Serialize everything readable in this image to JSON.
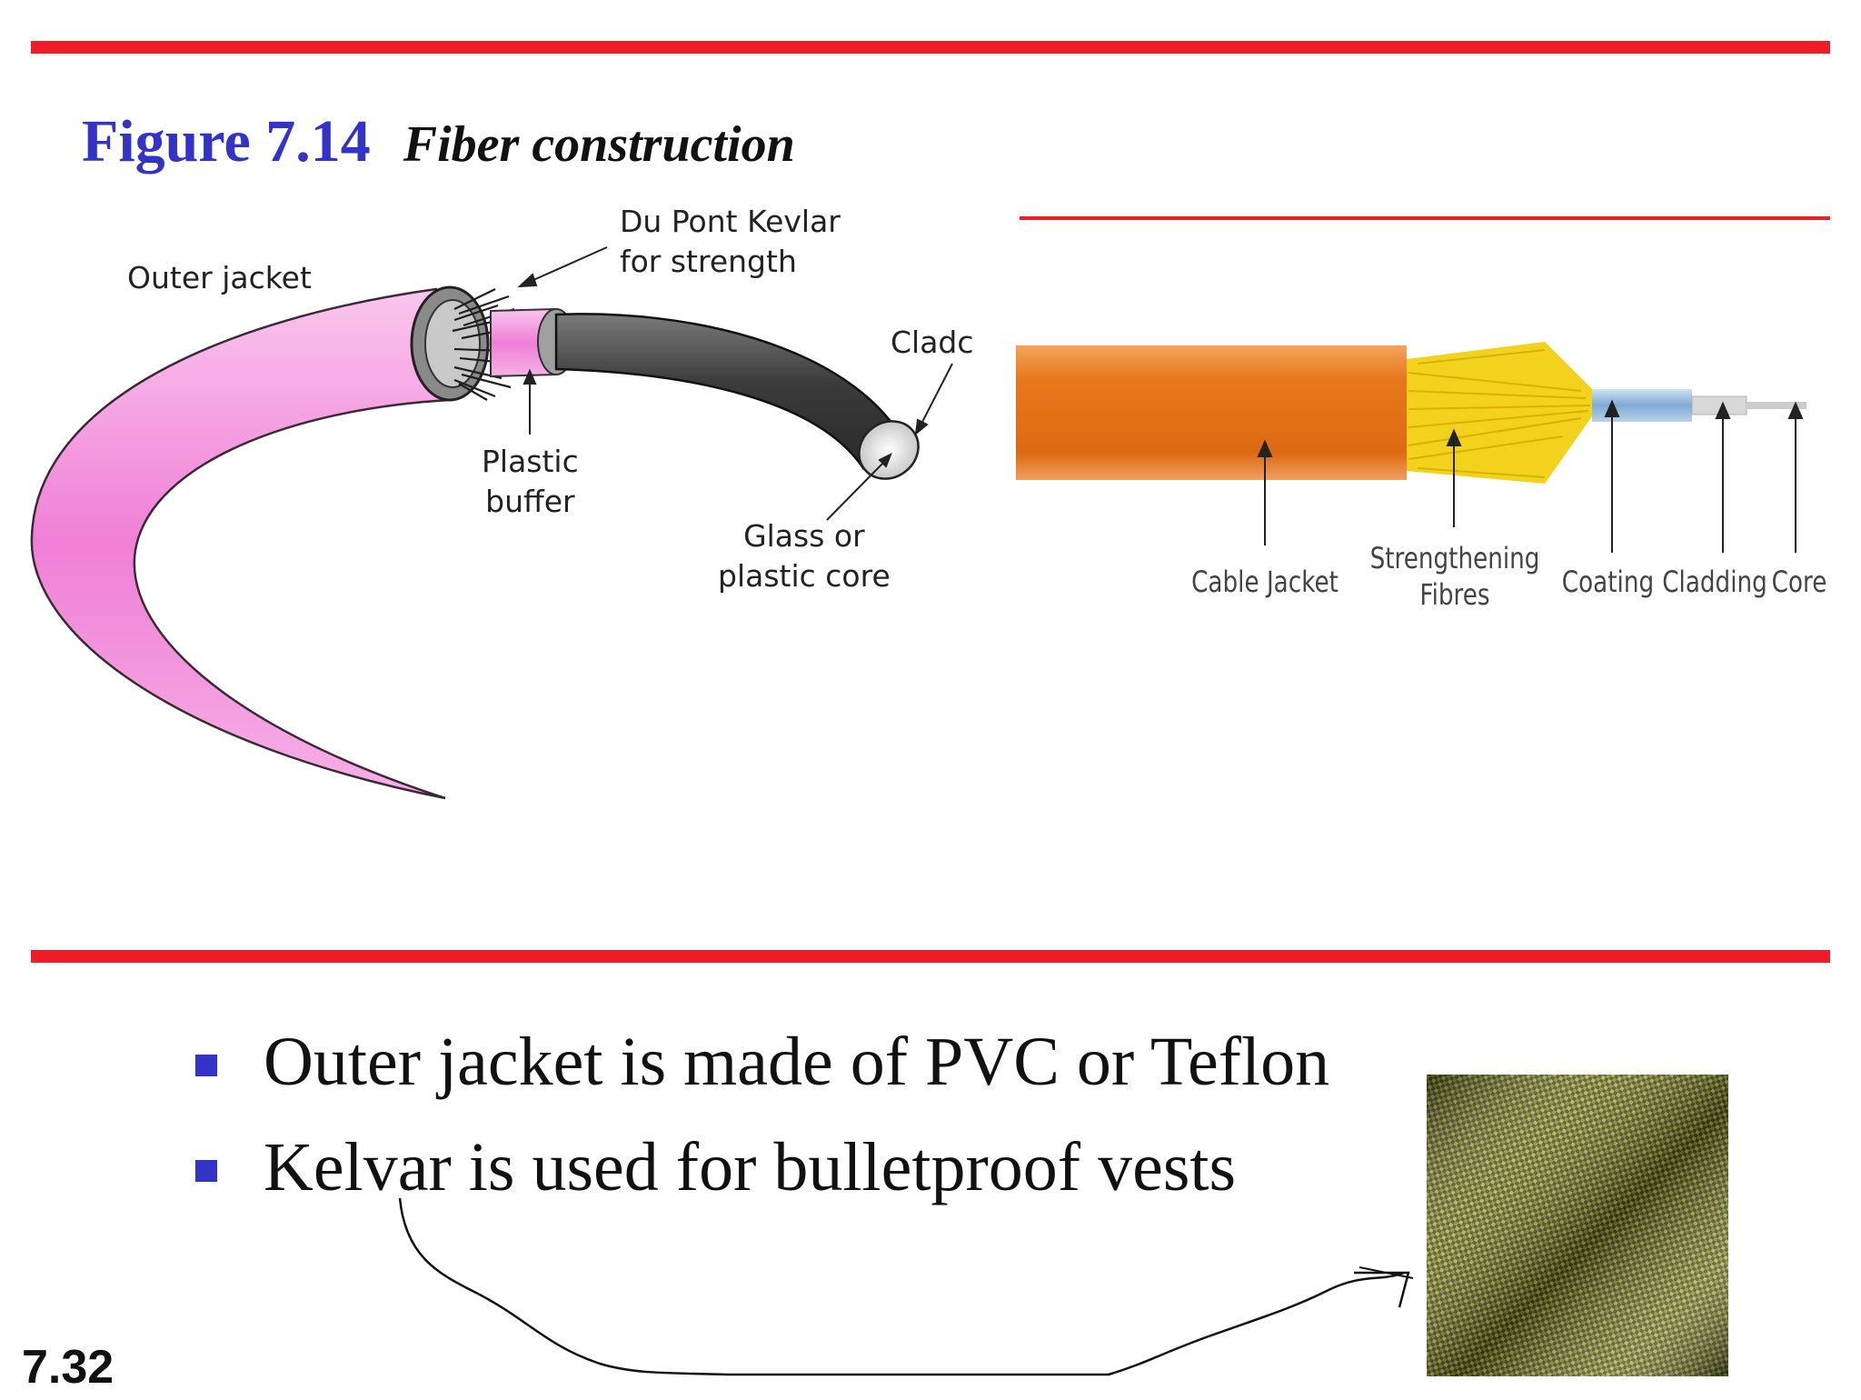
{
  "figure": {
    "number": "Figure 7.14",
    "caption": "Fiber construction"
  },
  "left_diagram": {
    "labels": {
      "kevlar_line1": "Du Pont Kevlar",
      "kevlar_line2": "for strength",
      "outer_jacket": "Outer jacket",
      "cladding": "Cladc",
      "buffer_line1": "Plastic",
      "buffer_line2": "buffer",
      "core_line1": "Glass or",
      "core_line2": "plastic core"
    }
  },
  "right_diagram": {
    "labels": {
      "cable_jacket": "Cable Jacket",
      "strengthening_line1": "Strengthening",
      "strengthening_line2": "Fibres",
      "coating": "Coating",
      "cladding": "Cladding",
      "core": "Core"
    }
  },
  "bullets": [
    "Outer jacket is made of PVC or Teflon",
    "Kelvar is used for bulletproof vests"
  ],
  "slide_number": "7.32",
  "colors": {
    "rule_red": "#ee1c24",
    "title_blue": "#3333c8",
    "jacket_pink": "#f2a0e0",
    "cable_orange": "#e8771e",
    "fibre_yellow": "#f2d21c",
    "coating_blue": "#8fb8dc",
    "fabric_green": "#6f7a2c"
  }
}
